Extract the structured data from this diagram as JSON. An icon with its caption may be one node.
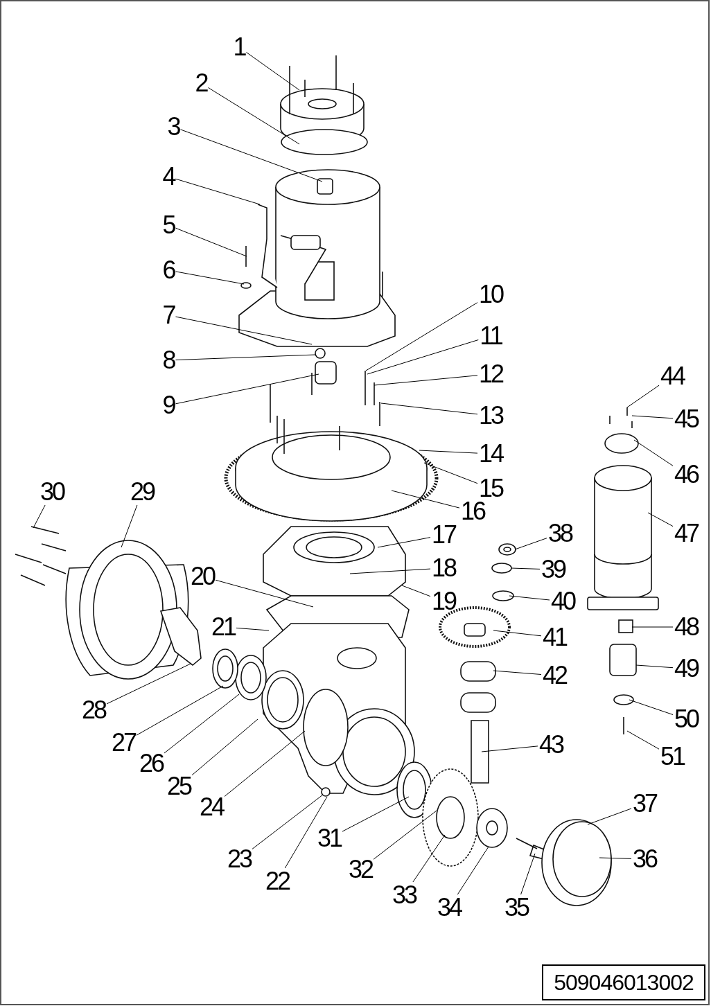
{
  "diagram": {
    "nodes": [
      {
        "text": [
          "1"
        ]
      },
      {
        "text": [
          "2"
        ]
      },
      {
        "text": [
          "3"
        ]
      },
      {
        "text": [
          "4"
        ]
      },
      {
        "text": [
          "5"
        ]
      },
      {
        "text": [
          "6"
        ]
      },
      {
        "text": [
          "7"
        ]
      },
      {
        "text": [
          "8"
        ]
      },
      {
        "text": [
          "9"
        ]
      },
      {
        "text": [
          "10"
        ]
      },
      {
        "text": [
          "11"
        ]
      },
      {
        "text": [
          "12"
        ]
      },
      {
        "text": [
          "13"
        ]
      },
      {
        "text": [
          "14"
        ]
      },
      {
        "text": [
          "15"
        ]
      },
      {
        "text": [
          "16"
        ]
      },
      {
        "text": [
          "17"
        ]
      },
      {
        "text": [
          "18"
        ]
      },
      {
        "text": [
          "19"
        ]
      },
      {
        "text": [
          "20"
        ]
      },
      {
        "text": [
          "21"
        ]
      },
      {
        "text": [
          "22"
        ]
      },
      {
        "text": [
          "23"
        ]
      },
      {
        "text": [
          "24"
        ]
      },
      {
        "text": [
          "25"
        ]
      },
      {
        "text": [
          "26"
        ]
      },
      {
        "text": [
          "27"
        ]
      },
      {
        "text": [
          "28"
        ]
      },
      {
        "text": [
          "29"
        ]
      },
      {
        "text": [
          "30"
        ]
      },
      {
        "text": [
          "31"
        ]
      },
      {
        "text": [
          "32"
        ]
      },
      {
        "text": [
          "33"
        ]
      },
      {
        "text": [
          "34"
        ]
      },
      {
        "text": [
          "35"
        ]
      },
      {
        "text": [
          "36"
        ]
      },
      {
        "text": [
          "37"
        ]
      },
      {
        "text": [
          "38"
        ]
      },
      {
        "text": [
          "39"
        ]
      },
      {
        "text": [
          "40"
        ]
      },
      {
        "text": [
          "41"
        ]
      },
      {
        "text": [
          "42"
        ]
      },
      {
        "text": [
          "43"
        ]
      },
      {
        "text": [
          "44"
        ]
      },
      {
        "text": [
          "45"
        ]
      },
      {
        "text": [
          "46"
        ]
      },
      {
        "text": [
          "47"
        ]
      },
      {
        "text": [
          "48"
        ]
      },
      {
        "text": [
          "49"
        ]
      },
      {
        "text": [
          "50"
        ]
      },
      {
        "text": [
          "51"
        ]
      },
      {
        "text": [
          "509046013002"
        ]
      }
    ],
    "edges": [
      {
        "from": 0,
        "to": null,
        "arrow": "none"
      },
      {
        "from": 1,
        "to": null,
        "arrow": "none"
      },
      {
        "from": 2,
        "to": null,
        "arrow": "none"
      },
      {
        "from": 3,
        "to": null,
        "arrow": "none"
      },
      {
        "from": 4,
        "to": null,
        "arrow": "none"
      },
      {
        "from": 5,
        "to": null,
        "arrow": "none"
      },
      {
        "from": 6,
        "to": null,
        "arrow": "none"
      },
      {
        "from": 7,
        "to": null,
        "arrow": "none"
      },
      {
        "from": 8,
        "to": null,
        "arrow": "none"
      },
      {
        "from": 9,
        "to": null,
        "arrow": "none"
      },
      {
        "from": 10,
        "to": null,
        "arrow": "none"
      },
      {
        "from": 11,
        "to": null,
        "arrow": "none"
      },
      {
        "from": 12,
        "to": null,
        "arrow": "none"
      },
      {
        "from": 13,
        "to": null,
        "arrow": "none"
      },
      {
        "from": 14,
        "to": null,
        "arrow": "none"
      },
      {
        "from": 15,
        "to": null,
        "arrow": "none"
      },
      {
        "from": 16,
        "to": null,
        "arrow": "none"
      },
      {
        "from": 17,
        "to": null,
        "arrow": "none"
      },
      {
        "from": 18,
        "to": null,
        "arrow": "none"
      },
      {
        "from": 19,
        "to": null,
        "arrow": "none"
      },
      {
        "from": 20,
        "to": null,
        "arrow": "none"
      },
      {
        "from": 21,
        "to": null,
        "arrow": "none"
      },
      {
        "from": 22,
        "to": null,
        "arrow": "none"
      },
      {
        "from": 23,
        "to": null,
        "arrow": "none"
      },
      {
        "from": 24,
        "to": null,
        "arrow": "none"
      },
      {
        "from": 25,
        "to": null,
        "arrow": "none"
      },
      {
        "from": 26,
        "to": null,
        "arrow": "none"
      },
      {
        "from": 27,
        "to": null,
        "arrow": "none"
      },
      {
        "from": 28,
        "to": null,
        "arrow": "none"
      },
      {
        "from": 29,
        "to": null,
        "arrow": "none"
      },
      {
        "from": 30,
        "to": null,
        "arrow": "none"
      },
      {
        "from": 31,
        "to": null,
        "arrow": "none"
      },
      {
        "from": 32,
        "to": null,
        "arrow": "none"
      },
      {
        "from": 33,
        "to": null,
        "arrow": "none"
      },
      {
        "from": 34,
        "to": null,
        "arrow": "none"
      },
      {
        "from": 35,
        "to": null,
        "arrow": "none"
      },
      {
        "from": 36,
        "to": null,
        "arrow": "none"
      },
      {
        "from": 37,
        "to": null,
        "arrow": "none"
      },
      {
        "from": 38,
        "to": null,
        "arrow": "none"
      },
      {
        "from": 39,
        "to": null,
        "arrow": "none"
      },
      {
        "from": 40,
        "to": null,
        "arrow": "none"
      },
      {
        "from": 41,
        "to": null,
        "arrow": "none"
      },
      {
        "from": 42,
        "to": null,
        "arrow": "none"
      },
      {
        "from": 43,
        "to": null,
        "arrow": "none"
      },
      {
        "from": 44,
        "to": null,
        "arrow": "none"
      },
      {
        "from": 45,
        "to": null,
        "arrow": "none"
      },
      {
        "from": 46,
        "to": null,
        "arrow": "none"
      },
      {
        "from": 47,
        "to": null,
        "arrow": "none"
      },
      {
        "from": 48,
        "to": null,
        "arrow": "none"
      },
      {
        "from": 49,
        "to": null,
        "arrow": "none"
      },
      {
        "from": 50,
        "to": null,
        "arrow": "none"
      }
    ]
  }
}
